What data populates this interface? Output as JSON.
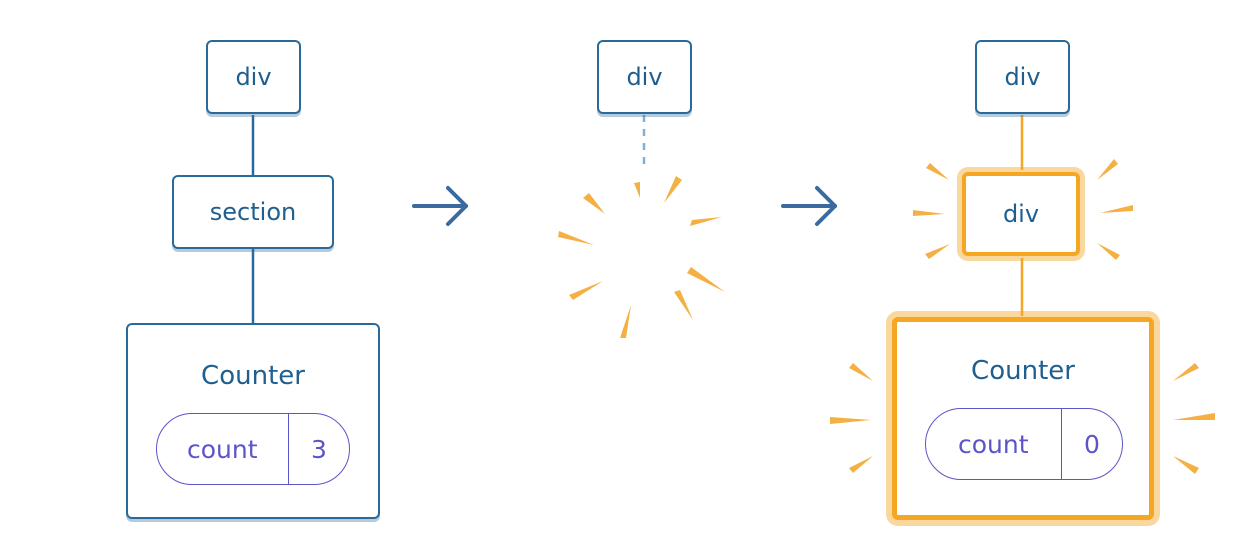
{
  "colors": {
    "node_border": "#2a6a9a",
    "node_text": "#1f5f8f",
    "state_pill": "#5b55c9",
    "highlight": "#f5a623",
    "arrow": "#3b6aa0"
  },
  "panels": [
    {
      "root_label": "div",
      "child_label": "section",
      "component": {
        "name": "Counter",
        "state_name": "count",
        "state_value": "3"
      }
    },
    {
      "root_label": "div",
      "child_removed": true
    },
    {
      "root_label": "div",
      "child_label": "div",
      "component": {
        "name": "Counter",
        "state_name": "count",
        "state_value": "0"
      }
    }
  ]
}
